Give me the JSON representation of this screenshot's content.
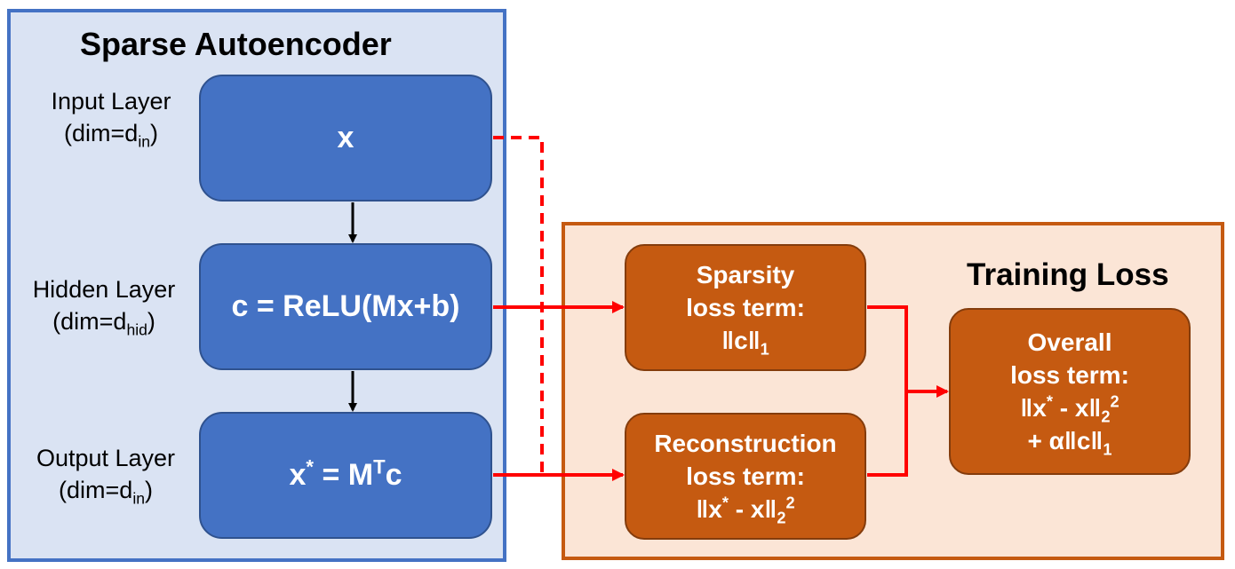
{
  "sae": {
    "title": "Sparse Autoencoder",
    "input_layer": {
      "label": "Input Layer",
      "dim_prefix": "(dim=d",
      "dim_sub": "in",
      "dim_suffix": ")",
      "expr": "x"
    },
    "hidden_layer": {
      "label": "Hidden Layer",
      "dim_prefix": "(dim=d",
      "dim_sub": "hid",
      "dim_suffix": ")",
      "expr": "c = ReLU(Mx+b)"
    },
    "output_layer": {
      "label": "Output Layer",
      "dim_prefix": "(dim=d",
      "dim_sub": "in",
      "dim_suffix": ")",
      "expr_x": "x",
      "expr_star": "*",
      "expr_mid": " = M",
      "expr_t": "T",
      "expr_c": "c"
    }
  },
  "loss": {
    "title": "Training Loss",
    "sparsity": {
      "line1": "Sparsity",
      "line2": "loss term:",
      "formula": "‖c‖",
      "formula_sub": "1"
    },
    "reconstruction": {
      "line1": "Reconstruction",
      "line2": "loss term:",
      "f_a": "‖x",
      "f_star": "*",
      "f_b": " - x‖",
      "f_sub": "2",
      "f_sup": "2"
    },
    "overall": {
      "line1": "Overall",
      "line2": "loss term:",
      "f_a": "‖x",
      "f_star": "*",
      "f_b": " - x‖",
      "f_sub": "2",
      "f_sup": "2",
      "l4_a": "+ α‖c‖",
      "l4_sub": "1"
    }
  },
  "colors": {
    "sae_fill": "#dae3f3",
    "sae_border": "#4472c4",
    "layer_box": "#4472c4",
    "loss_fill": "#fbe5d6",
    "loss_border": "#c55a11",
    "loss_box": "#c55a11",
    "arrow_red": "#ff0000",
    "arrow_black": "#000000"
  }
}
